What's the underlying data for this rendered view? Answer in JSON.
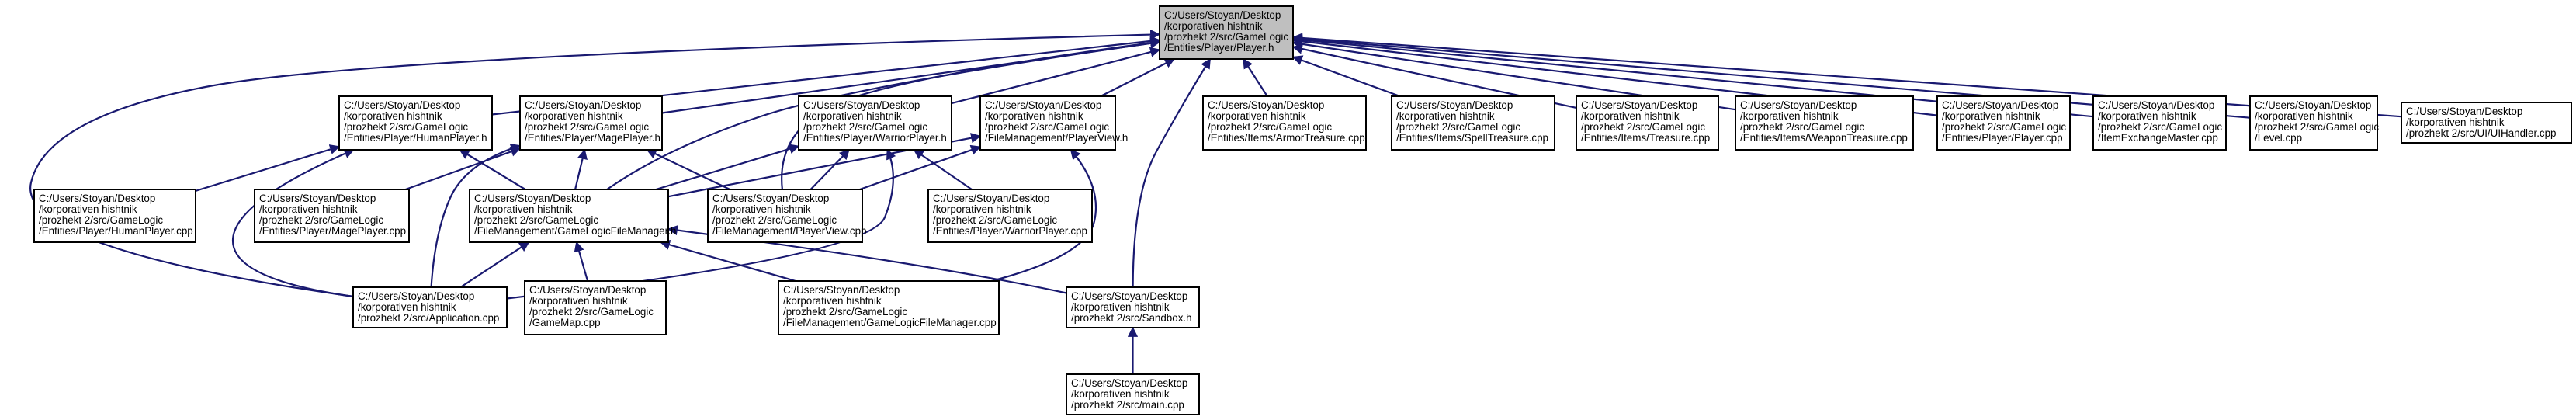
{
  "diagram": {
    "nodes": [
      {
        "id": "root",
        "lines": [
          "C:/Users/Stoyan/Desktop",
          "/korporativen hishtnik",
          "/prozhekt 2/src/GameLogic",
          "/Entities/Player/Player.h"
        ]
      },
      {
        "id": "humanplayer_h",
        "lines": [
          "C:/Users/Stoyan/Desktop",
          "/korporativen hishtnik",
          "/prozhekt 2/src/GameLogic",
          "/Entities/Player/HumanPlayer.h"
        ]
      },
      {
        "id": "mageplayer_h",
        "lines": [
          "C:/Users/Stoyan/Desktop",
          "/korporativen hishtnik",
          "/prozhekt 2/src/GameLogic",
          "/Entities/Player/MagePlayer.h"
        ]
      },
      {
        "id": "warriorplayer_h",
        "lines": [
          "C:/Users/Stoyan/Desktop",
          "/korporativen hishtnik",
          "/prozhekt 2/src/GameLogic",
          "/Entities/Player/WarriorPlayer.h"
        ]
      },
      {
        "id": "playerview_h",
        "lines": [
          "C:/Users/Stoyan/Desktop",
          "/korporativen hishtnik",
          "/prozhekt 2/src/GameLogic",
          "/FileManagement/PlayerView.h"
        ]
      },
      {
        "id": "armortreasure_cpp",
        "lines": [
          "C:/Users/Stoyan/Desktop",
          "/korporativen hishtnik",
          "/prozhekt 2/src/GameLogic",
          "/Entities/Items/ArmorTreasure.cpp"
        ]
      },
      {
        "id": "spelltreasure_cpp",
        "lines": [
          "C:/Users/Stoyan/Desktop",
          "/korporativen hishtnik",
          "/prozhekt 2/src/GameLogic",
          "/Entities/Items/SpellTreasure.cpp"
        ]
      },
      {
        "id": "treasure_cpp",
        "lines": [
          "C:/Users/Stoyan/Desktop",
          "/korporativen hishtnik",
          "/prozhekt 2/src/GameLogic",
          "/Entities/Items/Treasure.cpp"
        ]
      },
      {
        "id": "weapontreasure_cpp",
        "lines": [
          "C:/Users/Stoyan/Desktop",
          "/korporativen hishtnik",
          "/prozhekt 2/src/GameLogic",
          "/Entities/Items/WeaponTreasure.cpp"
        ]
      },
      {
        "id": "player_cpp",
        "lines": [
          "C:/Users/Stoyan/Desktop",
          "/korporativen hishtnik",
          "/prozhekt 2/src/GameLogic",
          "/Entities/Player/Player.cpp"
        ]
      },
      {
        "id": "itemexchange_cpp",
        "lines": [
          "C:/Users/Stoyan/Desktop",
          "/korporativen hishtnik",
          "/prozhekt 2/src/GameLogic",
          "/ItemExchangeMaster.cpp"
        ]
      },
      {
        "id": "level_cpp",
        "lines": [
          "C:/Users/Stoyan/Desktop",
          "/korporativen hishtnik",
          "/prozhekt 2/src/GameLogic",
          "/Level.cpp"
        ]
      },
      {
        "id": "uihandler_cpp",
        "lines": [
          "C:/Users/Stoyan/Desktop",
          "/korporativen hishtnik",
          "/prozhekt 2/src/UI/UIHandler.cpp"
        ]
      },
      {
        "id": "humanplayer_cpp",
        "lines": [
          "C:/Users/Stoyan/Desktop",
          "/korporativen hishtnik",
          "/prozhekt 2/src/GameLogic",
          "/Entities/Player/HumanPlayer.cpp"
        ]
      },
      {
        "id": "mageplayer_cpp",
        "lines": [
          "C:/Users/Stoyan/Desktop",
          "/korporativen hishtnik",
          "/prozhekt 2/src/GameLogic",
          "/Entities/Player/MagePlayer.cpp"
        ]
      },
      {
        "id": "glfm_h",
        "lines": [
          "C:/Users/Stoyan/Desktop",
          "/korporativen hishtnik",
          "/prozhekt 2/src/GameLogic",
          "/FileManagement/GameLogicFileManager.h"
        ]
      },
      {
        "id": "playerview_cpp",
        "lines": [
          "C:/Users/Stoyan/Desktop",
          "/korporativen hishtnik",
          "/prozhekt 2/src/GameLogic",
          "/FileManagement/PlayerView.cpp"
        ]
      },
      {
        "id": "warriorplayer_cpp",
        "lines": [
          "C:/Users/Stoyan/Desktop",
          "/korporativen hishtnik",
          "/prozhekt 2/src/GameLogic",
          "/Entities/Player/WarriorPlayer.cpp"
        ]
      },
      {
        "id": "application_cpp",
        "lines": [
          "C:/Users/Stoyan/Desktop",
          "/korporativen hishtnik",
          "/prozhekt 2/src/Application.cpp"
        ]
      },
      {
        "id": "gamemap_cpp",
        "lines": [
          "C:/Users/Stoyan/Desktop",
          "/korporativen hishtnik",
          "/prozhekt 2/src/GameLogic",
          "/GameMap.cpp"
        ]
      },
      {
        "id": "glfm_cpp",
        "lines": [
          "C:/Users/Stoyan/Desktop",
          "/korporativen hishtnik",
          "/prozhekt 2/src/GameLogic",
          "/FileManagement/GameLogicFileManager.cpp"
        ]
      },
      {
        "id": "sandbox_h",
        "lines": [
          "C:/Users/Stoyan/Desktop",
          "/korporativen hishtnik",
          "/prozhekt 2/src/Sandbox.h"
        ]
      },
      {
        "id": "main_cpp",
        "lines": [
          "C:/Users/Stoyan/Desktop",
          "/korporativen hishtnik",
          "/prozhekt 2/src/main.cpp"
        ]
      }
    ],
    "edges": [
      [
        "humanplayer_h",
        "root"
      ],
      [
        "mageplayer_h",
        "root"
      ],
      [
        "warriorplayer_h",
        "root"
      ],
      [
        "playerview_h",
        "root"
      ],
      [
        "armortreasure_cpp",
        "root"
      ],
      [
        "spelltreasure_cpp",
        "root"
      ],
      [
        "treasure_cpp",
        "root"
      ],
      [
        "weapontreasure_cpp",
        "root"
      ],
      [
        "player_cpp",
        "root"
      ],
      [
        "itemexchange_cpp",
        "root"
      ],
      [
        "level_cpp",
        "root"
      ],
      [
        "uihandler_cpp",
        "root"
      ],
      [
        "application_cpp",
        "root"
      ],
      [
        "glfm_h",
        "root"
      ],
      [
        "playerview_cpp",
        "root"
      ],
      [
        "sandbox_h",
        "root"
      ],
      [
        "humanplayer_cpp",
        "humanplayer_h"
      ],
      [
        "glfm_h",
        "humanplayer_h"
      ],
      [
        "application_cpp",
        "humanplayer_h"
      ],
      [
        "mageplayer_cpp",
        "mageplayer_h"
      ],
      [
        "glfm_h",
        "mageplayer_h"
      ],
      [
        "playerview_cpp",
        "mageplayer_h"
      ],
      [
        "application_cpp",
        "mageplayer_h"
      ],
      [
        "warriorplayer_cpp",
        "warriorplayer_h"
      ],
      [
        "glfm_h",
        "warriorplayer_h"
      ],
      [
        "playerview_cpp",
        "warriorplayer_h"
      ],
      [
        "application_cpp",
        "warriorplayer_h"
      ],
      [
        "playerview_cpp",
        "playerview_h"
      ],
      [
        "glfm_h",
        "playerview_h"
      ],
      [
        "glfm_cpp",
        "playerview_h"
      ],
      [
        "application_cpp",
        "glfm_h"
      ],
      [
        "gamemap_cpp",
        "glfm_h"
      ],
      [
        "glfm_cpp",
        "glfm_h"
      ],
      [
        "sandbox_h",
        "glfm_h"
      ],
      [
        "main_cpp",
        "sandbox_h"
      ]
    ]
  }
}
